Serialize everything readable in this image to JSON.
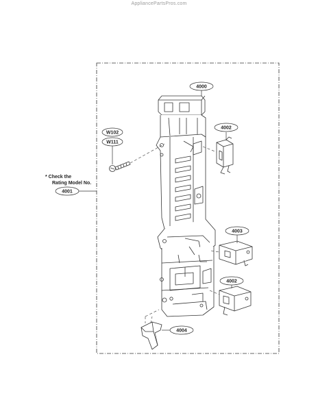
{
  "watermark": "AppliancePartsPros.com",
  "note": {
    "line1": "* Check the",
    "line2": "Rating Model No."
  },
  "callouts": [
    {
      "id": "4000"
    },
    {
      "id": "4002"
    },
    {
      "id": "W102"
    },
    {
      "id": "W111"
    },
    {
      "id": "4001"
    },
    {
      "id": "4003"
    },
    {
      "id": "4002"
    },
    {
      "id": "4004"
    }
  ]
}
